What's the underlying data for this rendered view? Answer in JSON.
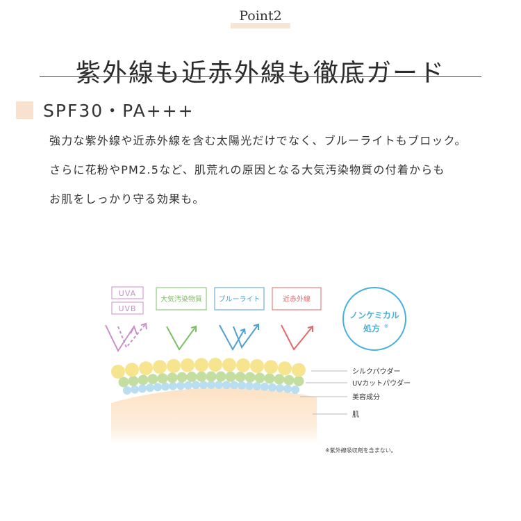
{
  "header": {
    "point_label": "Point2",
    "title": "紫外線も近赤外線も徹底ガード"
  },
  "section": {
    "heading": "SPF30・PA+++",
    "body_lines": [
      "強力な紫外線や近赤外線を含む太陽光だけでなく、ブルーライトもブロック。",
      "さらに花粉やPM2.5など、肌荒れの原因となる大気汚染物質の付着からも",
      "お肌をしっかり守る効果も。"
    ]
  },
  "diagram": {
    "labels": {
      "uva": "UVA",
      "uvb": "UVB",
      "pollution": "大気汚染物質",
      "blue_light": "ブルーライト",
      "near_infrared": "近赤外線"
    },
    "badge_line1": "ノンケミカル",
    "badge_line2": "処方",
    "badge_mark": "※",
    "layers": {
      "silk_powder": "シルクパウダー",
      "uv_cut_powder": "UVカットパウダー",
      "beauty_ingredient": "美容成分",
      "skin": "肌"
    },
    "footnote": "※紫外線吸収剤を含まない。",
    "colors": {
      "uv": "#c98fc8",
      "pollution": "#7cbf63",
      "blue_light": "#4f9fd2",
      "near_infrared": "#e36a6a",
      "badge": "#45b0e0",
      "silk": "#f7e48e",
      "uv_cut": "#c4dea2",
      "beauty": "#b9def0",
      "skin": "#fde6cc"
    }
  }
}
